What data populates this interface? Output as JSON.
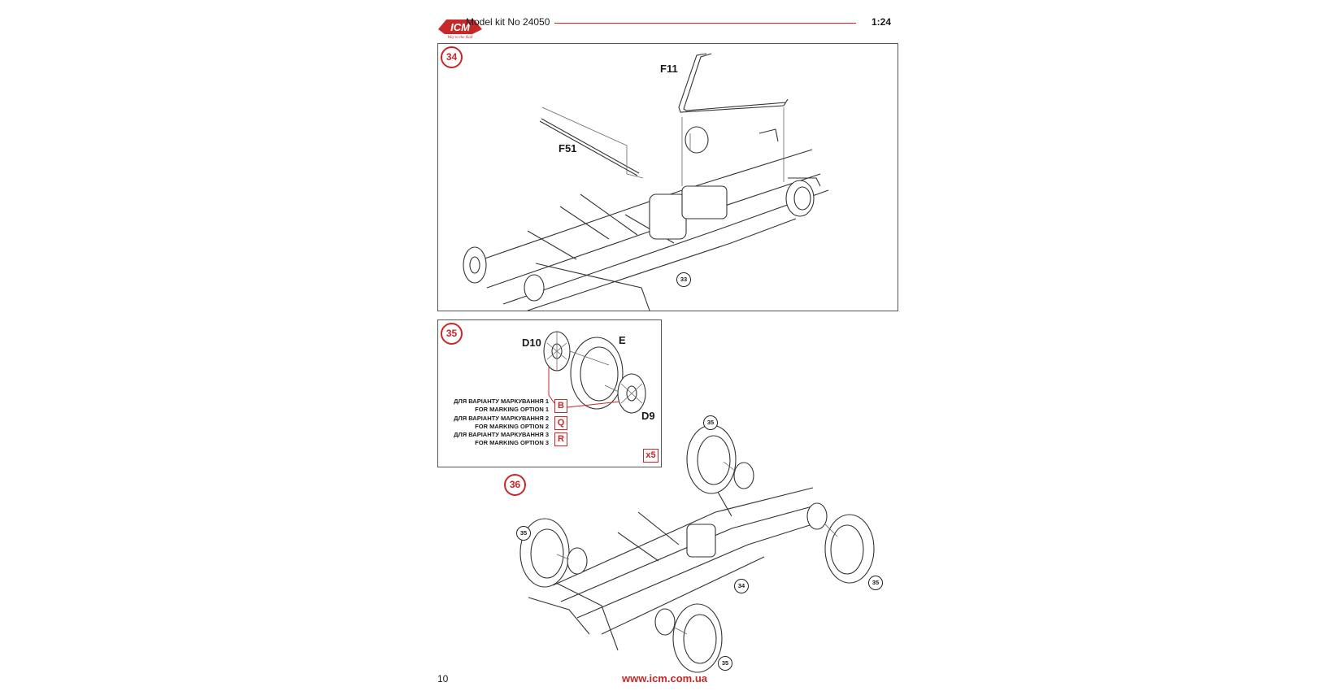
{
  "header": {
    "logo_text": "ICM",
    "logo_tagline": "Way to the Hall",
    "title": "Model kit No 24050",
    "scale": "1:24"
  },
  "steps": {
    "step34": {
      "number": "34",
      "parts": {
        "f11": "F11",
        "f51": "F51"
      },
      "ref": "33"
    },
    "step35": {
      "number": "35",
      "parts": {
        "d10": "D10",
        "e": "E",
        "d9": "D9"
      },
      "marking_options": [
        {
          "ua": "ДЛЯ ВАРІАНТУ МАРКУВАННЯ 1",
          "en": "FOR MARKING OPTION 1",
          "code": "B"
        },
        {
          "ua": "ДЛЯ ВАРІАНТУ МАРКУВАННЯ 2",
          "en": "FOR MARKING OPTION 2",
          "code": "Q"
        },
        {
          "ua": "ДЛЯ ВАРІАНТУ МАРКУВАННЯ 3",
          "en": "FOR MARKING OPTION 3",
          "code": "R"
        }
      ],
      "quantity": "x5"
    },
    "step36": {
      "number": "36",
      "refs": [
        "35",
        "35",
        "35",
        "35",
        "34"
      ]
    }
  },
  "footer": {
    "page_number": "10",
    "url": "www.icm.com.ua"
  }
}
